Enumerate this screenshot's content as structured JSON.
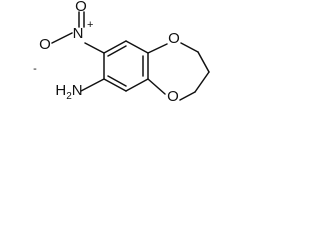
{
  "structure": {
    "ring_oxygen_top": "O",
    "ring_oxygen_bottom": "O",
    "nitro": {
      "negative_oxygen": "O",
      "negative_charge": "-",
      "nitrogen": "N",
      "positive_charge": "+",
      "double_bond_oxygen": "O"
    },
    "amine": {
      "label": "H2N",
      "element_h": "H",
      "subscript": "2",
      "element_n": "N"
    }
  }
}
